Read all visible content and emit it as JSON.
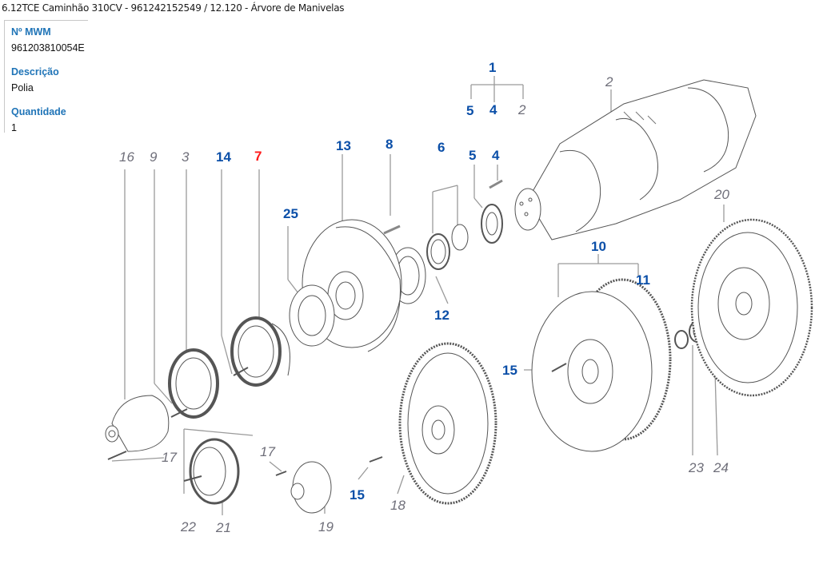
{
  "header": {
    "title": "6.12TCE Caminhão 310CV - 961242152549  /  12.120 - Árvore de Manivelas"
  },
  "part_info": {
    "part_number_label": "Nº MWM",
    "part_number_value": "961203810054E",
    "description_label": "Descrição",
    "description_value": "Polia",
    "quantity_label": "Quantidade",
    "quantity_value": "1"
  },
  "colors": {
    "accent_blue": "#0b4fa8",
    "label_blue": "#1f74b7",
    "selected_red": "#ff1a1a",
    "unavailable_gray": "#6f6f7a"
  },
  "diagram": {
    "selected_callout": "7",
    "callouts": [
      {
        "id": "c1",
        "label": "1",
        "style": "blue"
      },
      {
        "id": "c1-5",
        "label": "5",
        "style": "blue"
      },
      {
        "id": "c1-4",
        "label": "4",
        "style": "blue"
      },
      {
        "id": "c1-2",
        "label": "2",
        "style": "gray"
      },
      {
        "id": "c2",
        "label": "2",
        "style": "gray"
      },
      {
        "id": "c16",
        "label": "16",
        "style": "gray"
      },
      {
        "id": "c9",
        "label": "9",
        "style": "gray"
      },
      {
        "id": "c3",
        "label": "3",
        "style": "gray"
      },
      {
        "id": "c14",
        "label": "14",
        "style": "blue"
      },
      {
        "id": "c7",
        "label": "7",
        "style": "red"
      },
      {
        "id": "c13",
        "label": "13",
        "style": "blue"
      },
      {
        "id": "c8",
        "label": "8",
        "style": "blue"
      },
      {
        "id": "c6",
        "label": "6",
        "style": "blue"
      },
      {
        "id": "c5",
        "label": "5",
        "style": "blue"
      },
      {
        "id": "c4",
        "label": "4",
        "style": "blue"
      },
      {
        "id": "c25",
        "label": "25",
        "style": "blue"
      },
      {
        "id": "c12",
        "label": "12",
        "style": "blue"
      },
      {
        "id": "c10",
        "label": "10",
        "style": "blue"
      },
      {
        "id": "c11",
        "label": "11",
        "style": "blue"
      },
      {
        "id": "c20",
        "label": "20",
        "style": "gray"
      },
      {
        "id": "c15a",
        "label": "15",
        "style": "blue"
      },
      {
        "id": "c15b",
        "label": "15",
        "style": "blue"
      },
      {
        "id": "c17a",
        "label": "17",
        "style": "gray"
      },
      {
        "id": "c17b",
        "label": "17",
        "style": "gray"
      },
      {
        "id": "c18",
        "label": "18",
        "style": "gray"
      },
      {
        "id": "c19",
        "label": "19",
        "style": "gray"
      },
      {
        "id": "c21",
        "label": "21",
        "style": "gray"
      },
      {
        "id": "c22",
        "label": "22",
        "style": "gray"
      },
      {
        "id": "c23",
        "label": "23",
        "style": "gray"
      },
      {
        "id": "c24",
        "label": "24",
        "style": "gray"
      }
    ]
  }
}
